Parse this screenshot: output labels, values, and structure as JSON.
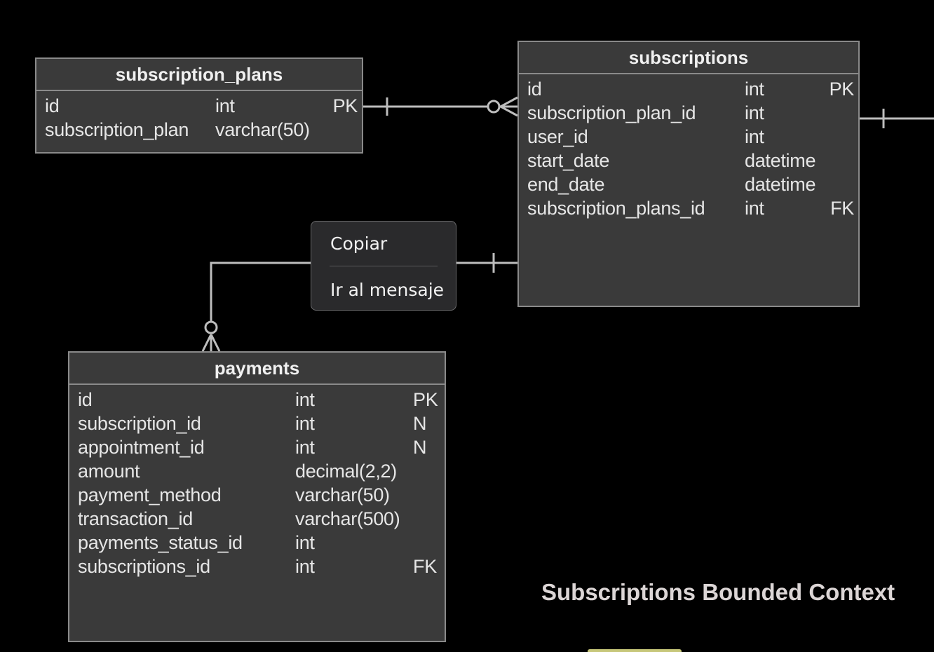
{
  "entities": {
    "subscription_plans": {
      "title": "subscription_plans",
      "rows": [
        {
          "name": "id",
          "type": "int",
          "key": "PK"
        },
        {
          "name": "subscription_plan",
          "type": "varchar(50)",
          "key": ""
        }
      ]
    },
    "subscriptions": {
      "title": "subscriptions",
      "rows": [
        {
          "name": "id",
          "type": "int",
          "key": "PK"
        },
        {
          "name": "subscription_plan_id",
          "type": "int",
          "key": ""
        },
        {
          "name": "user_id",
          "type": "int",
          "key": ""
        },
        {
          "name": "start_date",
          "type": "datetime",
          "key": ""
        },
        {
          "name": "end_date",
          "type": "datetime",
          "key": ""
        },
        {
          "name": "subscription_plans_id",
          "type": "int",
          "key": "FK"
        }
      ]
    },
    "payments": {
      "title": "payments",
      "rows": [
        {
          "name": "id",
          "type": "int",
          "key": "PK"
        },
        {
          "name": "subscription_id",
          "type": "int",
          "key": "N"
        },
        {
          "name": "appointment_id",
          "type": "int",
          "key": "N"
        },
        {
          "name": "amount",
          "type": "decimal(2,2)",
          "key": ""
        },
        {
          "name": "payment_method",
          "type": "varchar(50)",
          "key": ""
        },
        {
          "name": "transaction_id",
          "type": "varchar(500)",
          "key": ""
        },
        {
          "name": "payments_status_id",
          "type": "int",
          "key": ""
        },
        {
          "name": "subscriptions_id",
          "type": "int",
          "key": "FK"
        }
      ]
    }
  },
  "relationships": [
    {
      "from": "subscription_plans",
      "to": "subscriptions",
      "from_card": "one",
      "to_card": "zero-or-many"
    },
    {
      "from": "subscriptions",
      "to": "payments",
      "from_card": "one",
      "to_card": "zero-or-many"
    }
  ],
  "context_menu": {
    "items": [
      "Copiar",
      "Ir al mensaje"
    ]
  },
  "caption": "Subscriptions Bounded Context",
  "colors": {
    "background": "#000000",
    "entity_fill": "#3a3a3a",
    "entity_border": "#8a8a8a",
    "menu_fill": "#2a2a2c"
  }
}
